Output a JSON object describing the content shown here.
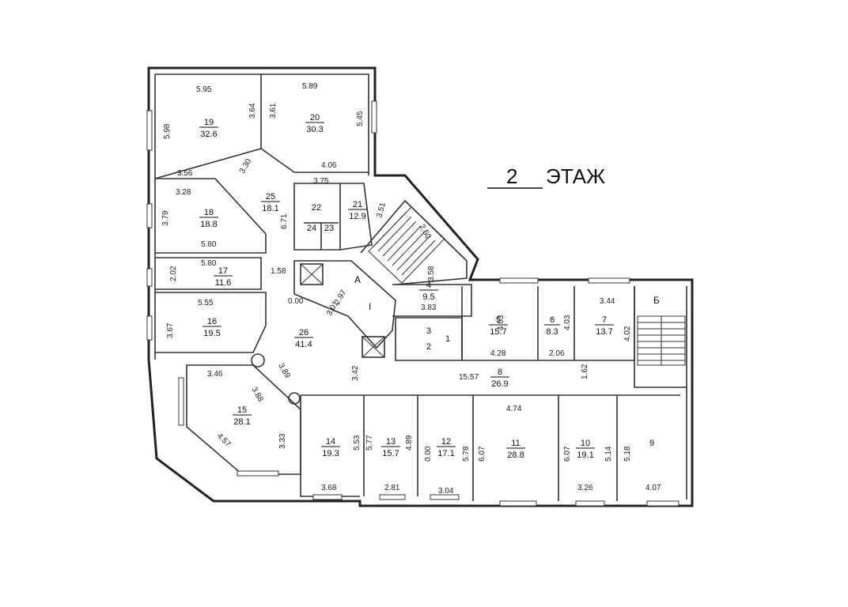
{
  "floor": {
    "number": "2",
    "label": "ЭТАЖ"
  },
  "rooms": [
    {
      "num": "19",
      "area": "32.6"
    },
    {
      "num": "20",
      "area": "30.3"
    },
    {
      "num": "25",
      "area": "18.1"
    },
    {
      "num": "21",
      "area": "12.9"
    },
    {
      "num": "22",
      "area": ""
    },
    {
      "num": "24",
      "area": ""
    },
    {
      "num": "23",
      "area": ""
    },
    {
      "num": "18",
      "area": "18.8"
    },
    {
      "num": "17",
      "area": "11.6"
    },
    {
      "num": "16",
      "area": "19.5"
    },
    {
      "num": "26",
      "area": "41.4"
    },
    {
      "num": "4",
      "area": "9.5"
    },
    {
      "num": "5",
      "area": "15.7"
    },
    {
      "num": "6",
      "area": "8.3"
    },
    {
      "num": "7",
      "area": "13.7"
    },
    {
      "num": "8",
      "area": "26.9"
    },
    {
      "num": "15",
      "area": "28.1"
    },
    {
      "num": "14",
      "area": "19.3"
    },
    {
      "num": "13",
      "area": "15.7"
    },
    {
      "num": "12",
      "area": "17.1"
    },
    {
      "num": "11",
      "area": "28.8"
    },
    {
      "num": "10",
      "area": "19.1"
    },
    {
      "num": "9",
      "area": ""
    },
    {
      "num": "3",
      "area": ""
    },
    {
      "num": "2",
      "area": ""
    },
    {
      "num": "1",
      "area": ""
    }
  ],
  "letters": [
    "А",
    "I",
    "Б"
  ],
  "dims": [
    "5.95",
    "5.98",
    "3.64",
    "3.56",
    "5.89",
    "3.61",
    "5.45",
    "4.06",
    "3.30",
    "3.75",
    "3.28",
    "3.79",
    "5.80",
    "6.71",
    "3.51",
    "2.50",
    "5.80",
    "2.02",
    "1.58",
    "3.58",
    "0.00",
    "2.97",
    "3.01",
    "3.83",
    "5.55",
    "3.67",
    "4.03",
    "4.03",
    "3.44",
    "4.02",
    "4.28",
    "2.06",
    "3.42",
    "15.57",
    "1.62",
    "3.46",
    "3.89",
    "3.88",
    "4.57",
    "3.33",
    "5.53",
    "5.77",
    "4.89",
    "0.00",
    "5.78",
    "6.07",
    "4.74",
    "6.07",
    "5.14",
    "5.18",
    "3.68",
    "2.81",
    "3.04",
    "3.26",
    "4.07"
  ]
}
